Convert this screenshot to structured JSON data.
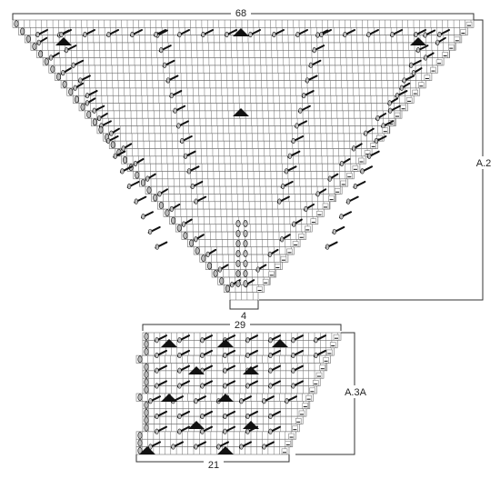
{
  "chart_a2": {
    "label": "A.2",
    "top_count": "68",
    "bottom_count": "4"
  },
  "chart_a3a": {
    "label": "A.3A",
    "top_count": "29",
    "bottom_count": "21"
  },
  "colors": {
    "grid_line": "#6e6e6e",
    "cell_background": "#ffffff",
    "symbol_dark": "#111111",
    "oval_fill": "#bdbdbd",
    "bracket": "#333333"
  },
  "symbols": [
    "yarn-over-oval",
    "decrease-slash",
    "double-decrease-triangle",
    "purl-dash"
  ]
}
